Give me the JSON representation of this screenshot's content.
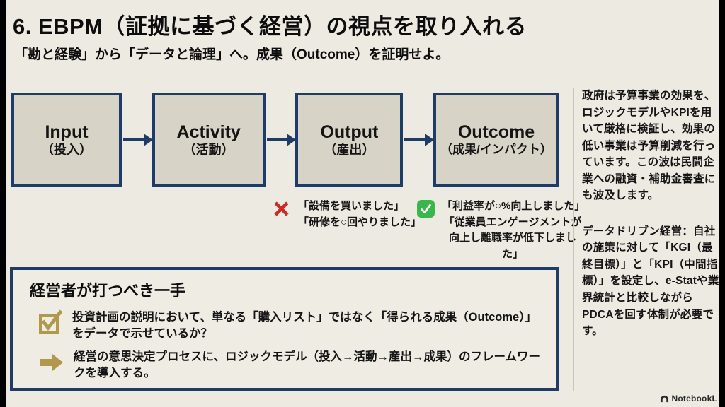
{
  "slide": {
    "title": "6. EBPM（証拠に基づく経営）の視点を取り入れる",
    "subtitle": "「勘と経験」から「データと論理」へ。成果（Outcome）を証明せよ。"
  },
  "flow": {
    "boxes": [
      {
        "en": "Input",
        "ja": "（投入）"
      },
      {
        "en": "Activity",
        "ja": "（活動）"
      },
      {
        "en": "Output",
        "ja": "（産出）"
      },
      {
        "en": "Outcome",
        "ja": "（成果/インパクト）"
      }
    ]
  },
  "bad_example": {
    "icon": "red-cross-icon",
    "lines": [
      "「設備を買いました」",
      "「研修を○回やりました」"
    ]
  },
  "good_example": {
    "icon": "green-check-icon",
    "lines": [
      "「利益率が○%向上しました」",
      "「従業員エンゲージメントが",
      "向上し離職率が低下しました」"
    ]
  },
  "action_box": {
    "heading": "経営者が打つべき一手",
    "items": [
      {
        "icon": "gold-checkbox-icon",
        "text": "投資計画の説明において、単なる「購入リスト」ではなく「得られる成果（Outcome）」をデータで示せているか？"
      },
      {
        "icon": "gold-arrow-icon",
        "text": "経営の意思決定プロセスに、ロジックモデル（投入→活動→産出→成果）のフレームワークを導入する。"
      }
    ]
  },
  "sidebar": {
    "paragraphs": [
      "政府は予算事業の効果を、ロジックモデルやKPIを用いて厳格に検証し、効果の低い事業は予算削減を行っています。この波は民間企業への融資・補助金審査にも波及します。",
      "データドリブン経営：自社の施策に対して「KGI（最終目標）」と「KPI（中間指標）」を設定し、e-Statや業界統計と比較しながらPDCAを回す体制が必要です。"
    ]
  },
  "footer": {
    "logo_text": "NotebookL"
  },
  "colors": {
    "background": "#edeae2",
    "box_fill": "#d8d3c7",
    "navy": "#1f3c66",
    "gold": "#b0984e",
    "red_cross": "#cd2a24",
    "green_check": "#3cb64c",
    "divider": "#ccc5b5"
  }
}
